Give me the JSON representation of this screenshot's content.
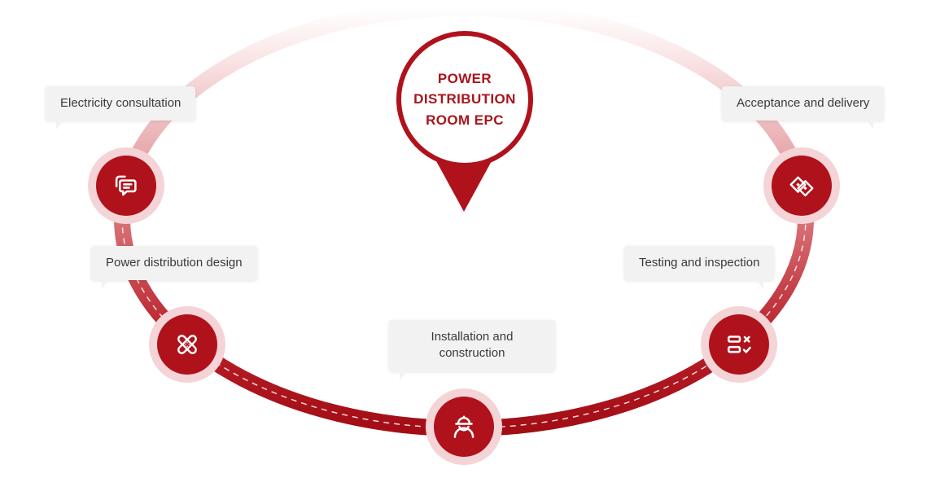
{
  "center": {
    "line1": "POWER",
    "line2": "DISTRIBUTION",
    "line3": "ROOM EPC"
  },
  "steps": [
    {
      "label": "Electricity consultation",
      "icon": "chat-icon"
    },
    {
      "label": "Power distribution design",
      "icon": "crossed-bandage-icon"
    },
    {
      "label": "Installation and construction",
      "icon": "construction-worker-icon"
    },
    {
      "label": "Testing and inspection",
      "icon": "checklist-icon"
    },
    {
      "label": "Acceptance and delivery",
      "icon": "handover-diamonds-icon"
    }
  ],
  "colors": {
    "primary_red": "#b0121c",
    "ring_dark_red": "#a30d15",
    "ring_light_pink": "#f9e2e2",
    "node_halo": "#f4d4d7",
    "label_background": "#f2f2f2",
    "label_text": "#3a3a3a",
    "dashed_line": "#ffffff"
  }
}
